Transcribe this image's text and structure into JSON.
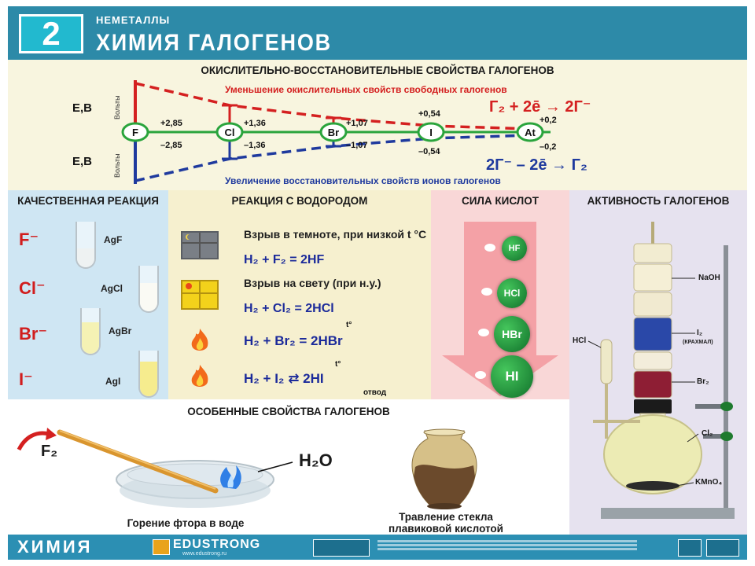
{
  "header": {
    "number": "2",
    "subtitle": "НЕМЕТАЛЛЫ",
    "title": "ХИМИЯ ГАЛОГЕНОВ"
  },
  "redox": {
    "title": "ОКИСЛИТЕЛЬНО-ВОССТАНОВИТЕЛЬНЫЕ СВОЙСТВА ГАЛОГЕНОВ",
    "axis_label": "Е,В",
    "volts_label": "Вольты",
    "decrease_text": "Уменьшение окислительных свойств свободных галогенов",
    "increase_text": "Увеличение восстановительных свойств ионов галогенов",
    "ox_equation": "Г₂ + 2ē → 2Г⁻",
    "red_equation": "2Г⁻ – 2ē → Г₂",
    "elements": [
      {
        "symbol": "F",
        "plus": "+2,85",
        "minus": "–2,85"
      },
      {
        "symbol": "Cl",
        "plus": "+1,36",
        "minus": "–1,36"
      },
      {
        "symbol": "Br",
        "plus": "+1,07",
        "minus": "–1,07"
      },
      {
        "symbol": "I",
        "plus": "+0,54",
        "minus": "–0,54"
      },
      {
        "symbol": "At",
        "plus": "+0,2",
        "minus": "–0,2"
      }
    ],
    "colors": {
      "oxidation": "#d42020",
      "reduction": "#1f3a9e",
      "node": "#2aa43c"
    }
  },
  "qualitative": {
    "title": "КАЧЕСТВЕННАЯ РЕАКЦИЯ",
    "items": [
      {
        "ion": "F⁻",
        "salt": "AgF",
        "color": "#eef2f2"
      },
      {
        "ion": "Cl⁻",
        "salt": "AgCl",
        "color": "#f4f4ee"
      },
      {
        "ion": "Br⁻",
        "salt": "AgBr",
        "color": "#f5f2b4"
      },
      {
        "ion": "I⁻",
        "salt": "AgI",
        "color": "#f6ec8e"
      }
    ]
  },
  "hydrogen": {
    "title": "РЕАКЦИЯ С ВОДОРОДОМ",
    "items": [
      {
        "desc": "Взрыв в темноте, при низкой t °С",
        "equation": "H₂ + F₂ = 2HF",
        "icon": "dark-window-icon"
      },
      {
        "desc": "Взрыв на свету (при н.у.)",
        "equation": "H₂ + Cl₂ = 2HCl",
        "icon": "lit-window-icon"
      },
      {
        "desc": "",
        "equation": "H₂ + Br₂ = 2HBr",
        "temp": "t°",
        "icon": "flame-icon"
      },
      {
        "desc": "",
        "equation": "H₂ + I₂ ⇄ 2HI",
        "temp": "t°",
        "note": "отвод",
        "icon": "flame-icon"
      }
    ]
  },
  "acids": {
    "title": "СИЛА КИСЛОТ",
    "items": [
      "HF",
      "HCl",
      "HBr",
      "HI"
    ]
  },
  "activity": {
    "title": "АКТИВНОСТЬ ГАЛОГЕНОВ",
    "labels": {
      "naoh": "NaOH",
      "i2": "I₂",
      "starch": "(КРАХМАЛ)",
      "br2": "Br₂",
      "cl2": "Cl₂",
      "kmno4": "KMnO₄",
      "hcl": "HCl"
    }
  },
  "special": {
    "title": "ОСОБЕННЫЕ СВОЙСТВА ГАЛОГЕНОВ",
    "f2_label": "F₂",
    "water_label": "H₂O",
    "fluorine_caption": "Горение фтора в воде",
    "glass_caption_1": "Травление стекла",
    "glass_caption_2": "плавиковой кислотой"
  },
  "footer": {
    "brand": "ХИМИЯ",
    "publisher": "EDUSTRONG",
    "url": "www.edustrong.ru"
  }
}
